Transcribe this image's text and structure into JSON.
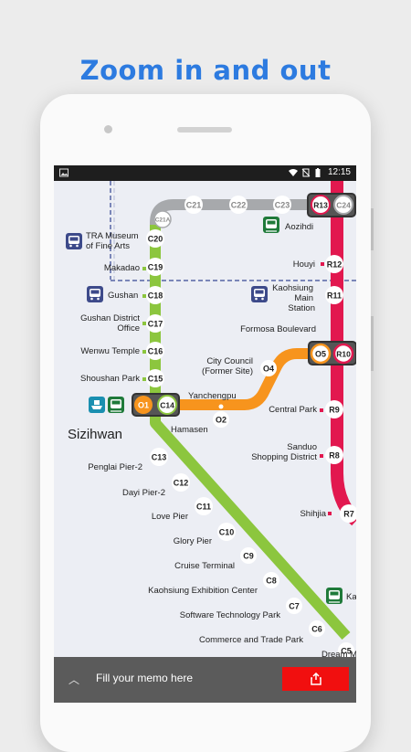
{
  "headline": "Zoom in and out",
  "status": {
    "time": "12:15"
  },
  "stations": {
    "C21A": "C21A",
    "C21": "C21",
    "C22": "C22",
    "C23": "C23",
    "R13": "R13",
    "C24": "C24",
    "C20": "C20",
    "C19": "C19",
    "C18": "C18",
    "C17": "C17",
    "C16": "C16",
    "C15": "C15",
    "C14": "C14",
    "C13": "C13",
    "C12": "C12",
    "C11": "C11",
    "C10": "C10",
    "C9": "C9",
    "C8": "C8",
    "C7": "C7",
    "C6": "C6",
    "C5": "C5",
    "O1": "O1",
    "O2": "O2",
    "O4": "O4",
    "O5": "O5",
    "R12": "R12",
    "R11": "R11",
    "R10": "R10",
    "R9": "R9",
    "R8": "R8",
    "R7": "R7"
  },
  "labels": {
    "tra_museum": [
      "TRA Museum",
      "of Fine Arts"
    ],
    "makadao": "Makadao",
    "gushan": "Gushan",
    "gushan_office": [
      "Gushan District",
      "Office"
    ],
    "wenwu": "Wenwu Temple",
    "shoushan": "Shoushan Park",
    "sizihwan": "Sizihwan",
    "hamasen": "Hamasen",
    "penglai": "Penglai Pier-2",
    "dayi": "Dayi Pier-2",
    "love_pier": "Love Pier",
    "glory_pier": "Glory Pier",
    "cruise": "Cruise Terminal",
    "exhibition": "Kaohsiung Exhibition Center",
    "software": "Software Technology Park",
    "commerce": "Commerce and Trade Park",
    "dream": "Dream M",
    "aozihdi": "Aozihdi",
    "houyi": "Houyi",
    "kaohsiung_main": [
      "Kaohsiung",
      "Main",
      "Station"
    ],
    "formosa": "Formosa Boulevard",
    "city_council": [
      "City Council",
      "(Former Site)"
    ],
    "yanchengpu": "Yanchengpu",
    "central_park": "Central Park",
    "sanduo": [
      "Sanduo",
      "Shopping District"
    ],
    "shihjia": "Shihjia",
    "ka": "Ka"
  },
  "bottom": {
    "memo": "Fill your memo here"
  },
  "icons": {
    "status_left": "image-icon",
    "status_right": [
      "wifi-icon",
      "no-sim-icon",
      "battery-icon"
    ],
    "expand": "chevron-up-icon",
    "share": "share-icon"
  },
  "colors": {
    "headline": "#2d7be0",
    "green_line": "#8cc63e",
    "orange_line": "#f7941d",
    "red_line": "#e2184f",
    "gray_line": "#a7a9ac",
    "share_button": "#f10f0f"
  }
}
